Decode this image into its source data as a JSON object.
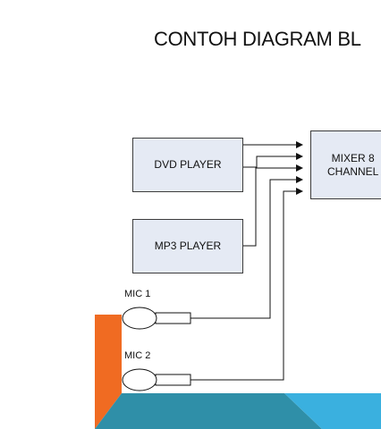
{
  "title": "CONTOH DIAGRAM BL",
  "blocks": {
    "dvd": "DVD PLAYER",
    "mp3": "MP3 PLAYER",
    "mixer_line1": "MIXER 8",
    "mixer_line2": "CHANNEL"
  },
  "mics": {
    "mic1": "MIC 1",
    "mic2": "MIC 2"
  },
  "colors": {
    "block_fill": "#e5eaf4",
    "accent_orange": "#f06b22",
    "accent_teal": "#2f8fa8",
    "accent_blue": "#3ab0df"
  }
}
